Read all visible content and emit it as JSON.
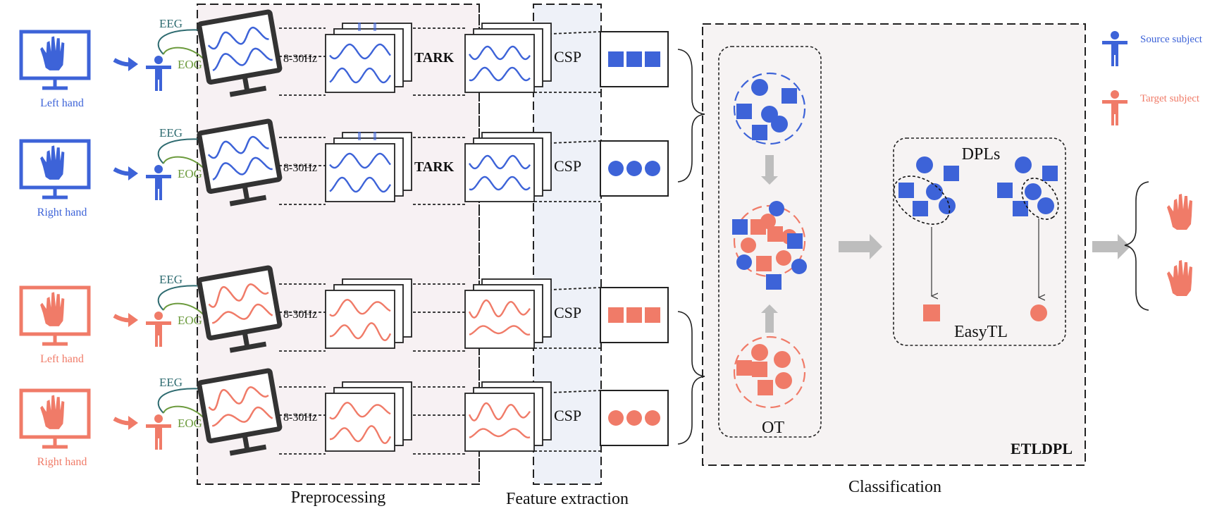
{
  "colors": {
    "source": "#3d63d8",
    "target": "#f07b68",
    "arrow_gray": "#bdbdbd",
    "dark": "#222222",
    "eeg_wire": "#2e6b70",
    "eog_wire": "#6b9a3c",
    "prep_bg": "#f7f1f3",
    "feat_bg": "#eef1f8",
    "class_bg": "#f6f3f3"
  },
  "legend": {
    "source_label": "Source subject",
    "target_label": "Target subject"
  },
  "tasks": [
    {
      "label": "Left hand",
      "group": "source"
    },
    {
      "label": "Right hand",
      "group": "source"
    },
    {
      "label": "Left hand",
      "group": "target"
    },
    {
      "label": "Right hand",
      "group": "target"
    }
  ],
  "signals": {
    "eeg": "EEG",
    "eog": "EOG"
  },
  "filter_label": "8-30Hz",
  "tark_label": "TARK",
  "csp_label": "CSP",
  "sections": {
    "preprocessing": "Preprocessing",
    "feature_extraction": "Feature extraction",
    "classification": "Classification"
  },
  "ot_label": "OT",
  "dpls_label": "DPLs",
  "easytl_label": "EasyTL",
  "etldpl_label": "ETLDPL"
}
